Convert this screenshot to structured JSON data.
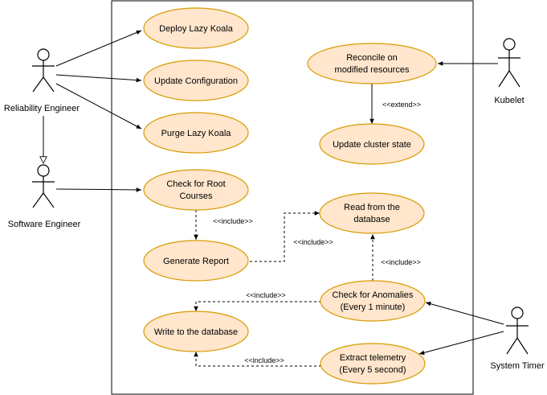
{
  "actors": {
    "reliability_engineer": "Reliability Engineer",
    "software_engineer": "Software Engineer",
    "kubelet": "Kubelet",
    "system_timer": "System Timer"
  },
  "use_cases": {
    "deploy": "Deploy Lazy Koala",
    "update_config": "Update Configuration",
    "purge": "Purge Lazy Koala",
    "reconcile_l1": "Reconcile on",
    "reconcile_l2": "modified resources",
    "update_cluster": "Update cluster state",
    "root_courses_l1": "Check for Root",
    "root_courses_l2": "Courses",
    "read_db_l1": "Read from the",
    "read_db_l2": "database",
    "generate_report": "Generate Report",
    "anomalies_l1": "Check for Anomalies",
    "anomalies_l2": "(Every 1 minute)",
    "write_db": "Write to the database",
    "telemetry_l1": "Extract telemetry",
    "telemetry_l2": "(Every 5 second)"
  },
  "relations": {
    "extend": "<<extend>>",
    "include_root_report": "<<include>>",
    "include_report_read": "<<include>>",
    "include_anomaly_read": "<<include>>",
    "include_anomaly_write": "<<include>>",
    "include_telemetry_write": "<<include>>"
  },
  "colors": {
    "usecase_fill": "#ffe6cc",
    "usecase_stroke": "#d79b00",
    "line": "#000000"
  }
}
